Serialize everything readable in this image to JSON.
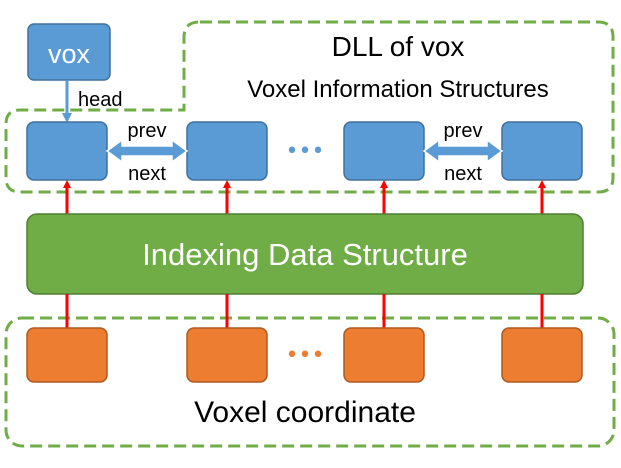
{
  "top_group": {
    "title": "DLL of vox",
    "subtitle": "Voxel Information Structures"
  },
  "vox_box": {
    "label": "vox",
    "pointer_label": "head"
  },
  "links": [
    {
      "prev_label": "prev",
      "next_label": "next"
    },
    {
      "prev_label": "prev",
      "next_label": "next"
    }
  ],
  "ellipsis_top": "•••",
  "ellipsis_bottom": "•••",
  "index_box": {
    "label": "Indexing Data Structure"
  },
  "bottom_group": {
    "label": "Voxel coordinate"
  },
  "colors": {
    "info_box": "#5b9bd5",
    "info_border": "#41719c",
    "index_box": "#70ad47",
    "index_border": "#507e32",
    "coord_box": "#ed7d31",
    "coord_border": "#ae5a21",
    "dashed_border": "#70ad47",
    "pointer_arrow": "#ff0000",
    "link_arrow": "#5b9bd5"
  }
}
